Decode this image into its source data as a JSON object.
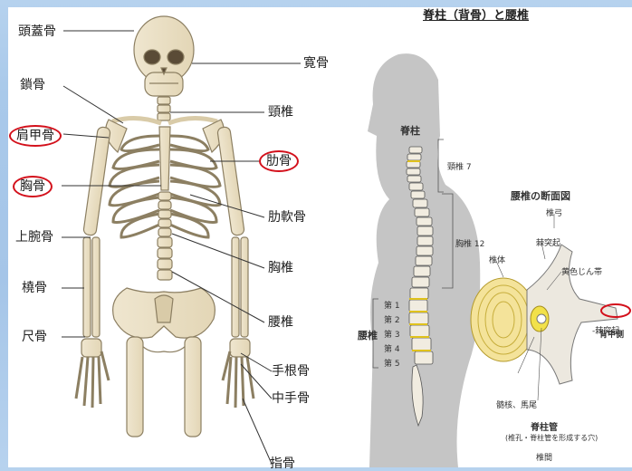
{
  "skeleton": {
    "labels_left": [
      "頭蓋骨",
      "鎖骨",
      "肩甲骨",
      "胸骨",
      "上腕骨",
      "橈骨",
      "尺骨"
    ],
    "labels_right": [
      "寛骨",
      "頸椎",
      "肋骨",
      "肋軟骨",
      "胸椎",
      "腰椎",
      "手根骨",
      "中手骨",
      "指骨"
    ],
    "circled_labels": [
      "肩甲骨",
      "胸骨",
      "肋骨"
    ],
    "circle_color": "#d3101b"
  },
  "spine_panel": {
    "title": "脊柱（背骨）と腰椎",
    "spine_label": "脊柱",
    "cervical_label": "頸椎 7",
    "thoracic_label": "胸椎 12",
    "lumbar_label": "腰椎",
    "lumbar_items": [
      "第 1",
      "第 2",
      "第 3",
      "第 4",
      "第 5"
    ]
  },
  "cross_section": {
    "title": "腰椎の断面図",
    "labels": {
      "arch": "椎弓",
      "spinous": "棘突起",
      "body": "椎体",
      "ligament": "黄色じん帯",
      "spinous_process": "-棘突起",
      "back_side": "背中側",
      "nucleus": "髄核、馬尾",
      "canal": "脊柱管",
      "canal_note": "(椎孔・脊柱管を形成する穴)",
      "bottom": "椎間"
    }
  }
}
